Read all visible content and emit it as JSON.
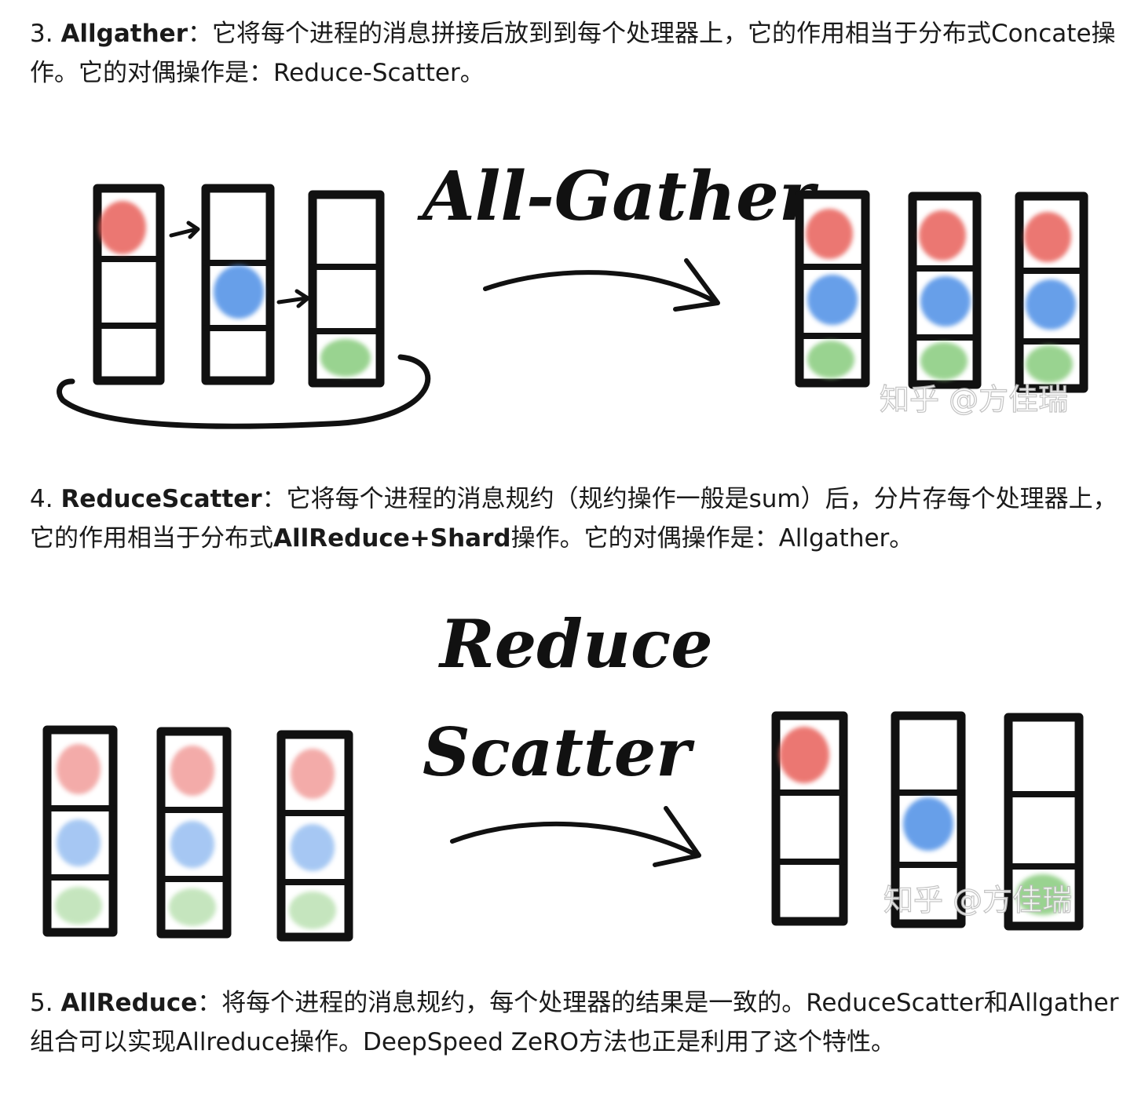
{
  "sections": [
    {
      "number": "3.",
      "term": "Allgather",
      "colon": "：",
      "text": "它将每个进程的消息拼接后放到到每个处理器上，它的作用相当于分布式Concate操作。它的对偶操作是：Reduce-Scatter。"
    },
    {
      "number": "4.",
      "term": "ReduceScatter",
      "colon": "：",
      "text_a": "它将每个进程的消息规约（规约操作一般是sum）后，分片存每个处理器上，它的作用相当于分布式",
      "bold_mid": "AllReduce+Shard",
      "text_b": "操作。它的对偶操作是：Allgather。"
    },
    {
      "number": "5.",
      "term": "AllReduce",
      "colon": "：",
      "text": "将每个进程的消息规约，每个处理器的结果是一致的。ReduceScatter和Allgather组合可以实现Allreduce操作。DeepSpeed ZeRO方法也正是利用了这个特性。"
    }
  ],
  "figures": {
    "allgather": {
      "title_line1": "All-Gather",
      "watermark": "知乎 @方佳瑞"
    },
    "reducescatter": {
      "title_line1": "Reduce",
      "title_line2": "Scatter",
      "watermark": "知乎 @方佳瑞"
    }
  },
  "colors": {
    "red": "#e8615a",
    "blue": "#4e8fe6",
    "green": "#8fcf84",
    "red_light": "#f2a3a0",
    "blue_light": "#9dc2f2",
    "green_light": "#bfe3b7",
    "ink": "#111111"
  }
}
